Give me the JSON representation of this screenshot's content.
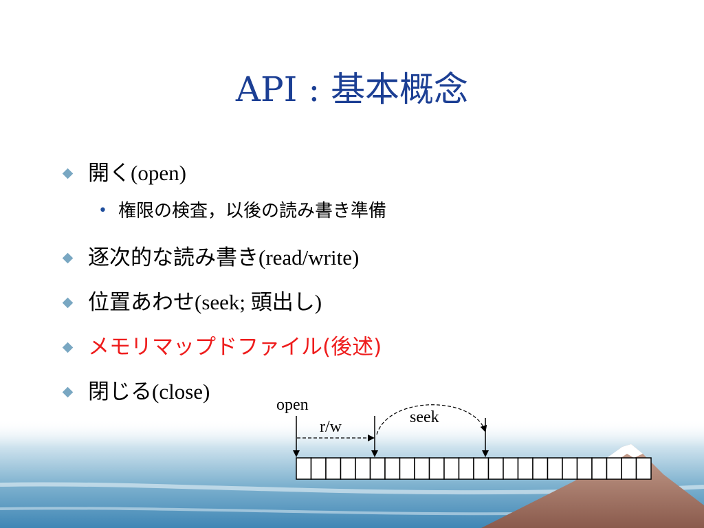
{
  "slide": {
    "title_latin": "API : ",
    "title_jp": "基本概念",
    "bullets": [
      {
        "jp": "開く",
        "latin": "(open)"
      },
      {
        "jp": "逐次的な読み書き",
        "latin": "(read/write)"
      },
      {
        "jp": "位置あわせ",
        "latin": "(seek; ",
        "jp2": "頭出し",
        "latin2": ")"
      },
      {
        "text": "メモリマップドファイル(後述)"
      },
      {
        "jp": "閉じる",
        "latin": "(close)"
      }
    ],
    "sub_bullet": {
      "marker": "•",
      "text": "権限の検査，以後の読み書き準備"
    }
  },
  "diagram": {
    "labels": {
      "open": "open",
      "rw": "r/w",
      "seek": "seek"
    },
    "cell_count": 24
  },
  "colors": {
    "title": "#1c3f94",
    "highlight": "#ee1c1c",
    "bullet_marker": "#79a7c2"
  }
}
